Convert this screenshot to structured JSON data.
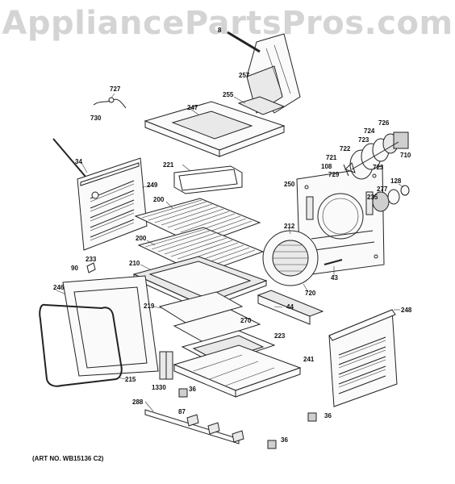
{
  "watermark": "AppliancePartsPros.com",
  "art_number": "(ART NO. WB15136 C2)",
  "callouts": {
    "p8": "8",
    "p257": "257",
    "p255": "255",
    "p727": "727",
    "p730": "730",
    "p247": "247",
    "p34": "34",
    "p726": "726",
    "p724": "724",
    "p722": "722",
    "p723a": "723",
    "p710": "710",
    "p721": "721",
    "p108": "108",
    "p729": "729",
    "p723b": "723",
    "p221": "221",
    "p249": "249",
    "p250": "250",
    "p128": "128",
    "p277": "277",
    "p235": "235",
    "p200a": "200",
    "p212": "212",
    "p200b": "200",
    "p233": "233",
    "p90": "90",
    "p210": "210",
    "p43": "43",
    "p246": "246",
    "p720": "720",
    "p219": "219",
    "p44": "44",
    "p248": "248",
    "p270": "270",
    "p223": "223",
    "p241": "241",
    "p215": "215",
    "p1330": "1330",
    "p36a": "36",
    "p288": "288",
    "p87": "87",
    "p36b": "36",
    "p36c": "36"
  }
}
